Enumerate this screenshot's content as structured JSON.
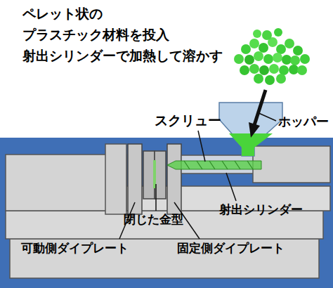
{
  "diagram": {
    "labels": [
      "ペレット状の プラスチック材料を投入 射出シリンダーで加熱して溶かす",
      "スクリュー",
      "ホッパー",
      "射出シリンダー",
      "閉じた金型",
      "可動側ダイプレート",
      "固定側ダイプレート"
    ]
  }
}
